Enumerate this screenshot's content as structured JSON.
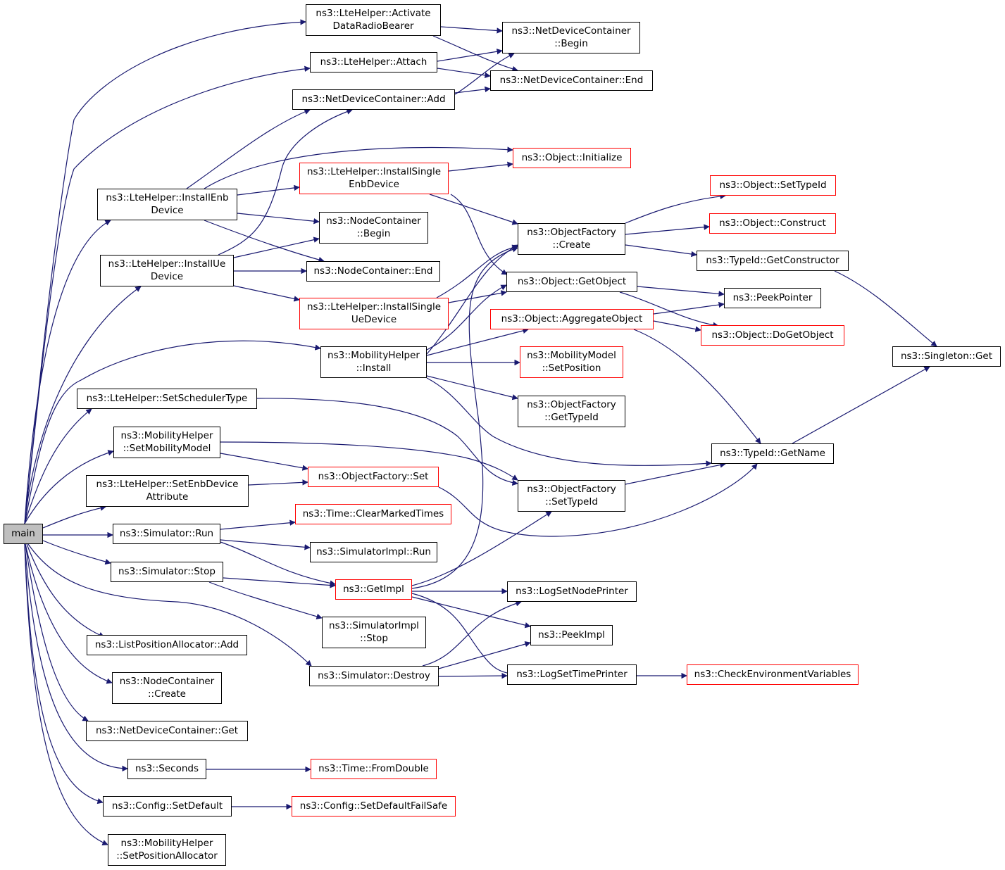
{
  "colors": {
    "edge": "#191970",
    "border": "#000000",
    "border_external": "#ff0000",
    "root_fill": "#bfbfbf"
  },
  "nodes": {
    "main": {
      "label": "main"
    },
    "lte_activate": {
      "label": "ns3::LteHelper::Activate\nDataRadioBearer"
    },
    "lte_attach": {
      "label": "ns3::LteHelper::Attach"
    },
    "ndc_add": {
      "label": "ns3::NetDeviceContainer::Add"
    },
    "ndc_begin": {
      "label": "ns3::NetDeviceContainer\n::Begin"
    },
    "ndc_end": {
      "label": "ns3::NetDeviceContainer::End"
    },
    "obj_initialize": {
      "label": "ns3::Object::Initialize"
    },
    "lte_install_enb": {
      "label": "ns3::LteHelper::InstallEnb\nDevice"
    },
    "lte_install_single_enb": {
      "label": "ns3::LteHelper::InstallSingle\nEnbDevice"
    },
    "nc_begin": {
      "label": "ns3::NodeContainer\n::Begin"
    },
    "nc_end": {
      "label": "ns3::NodeContainer::End"
    },
    "lte_install_ue": {
      "label": "ns3::LteHelper::InstallUe\nDevice"
    },
    "lte_install_single_ue": {
      "label": "ns3::LteHelper::InstallSingle\nUeDevice"
    },
    "obj_settypeid": {
      "label": "ns3::Object::SetTypeId"
    },
    "obj_construct": {
      "label": "ns3::Object::Construct"
    },
    "of_create": {
      "label": "ns3::ObjectFactory\n::Create"
    },
    "typeid_getconstructor": {
      "label": "ns3::TypeId::GetConstructor"
    },
    "obj_getobject": {
      "label": "ns3::Object::GetObject"
    },
    "peekpointer": {
      "label": "ns3::PeekPointer"
    },
    "obj_aggregate": {
      "label": "ns3::Object::AggregateObject"
    },
    "obj_dogetobject": {
      "label": "ns3::Object::DoGetObject"
    },
    "singleton_get": {
      "label": "ns3::Singleton::Get"
    },
    "mob_install": {
      "label": "ns3::MobilityHelper\n::Install"
    },
    "mobmodel_setposition": {
      "label": "ns3::MobilityModel\n::SetPosition"
    },
    "lte_setscheduler": {
      "label": "ns3::LteHelper::SetSchedulerType"
    },
    "of_gettypeid": {
      "label": "ns3::ObjectFactory\n::GetTypeId"
    },
    "mob_setmobilitymodel": {
      "label": "ns3::MobilityHelper\n::SetMobilityModel"
    },
    "typeid_getname": {
      "label": "ns3::TypeId::GetName"
    },
    "lte_setenbattr": {
      "label": "ns3::LteHelper::SetEnbDevice\nAttribute"
    },
    "of_set": {
      "label": "ns3::ObjectFactory::Set"
    },
    "of_settypeid": {
      "label": "ns3::ObjectFactory\n::SetTypeId"
    },
    "time_clearmarked": {
      "label": "ns3::Time::ClearMarkedTimes"
    },
    "sim_run": {
      "label": "ns3::Simulator::Run"
    },
    "simimpl_run": {
      "label": "ns3::SimulatorImpl::Run"
    },
    "sim_stop": {
      "label": "ns3::Simulator::Stop"
    },
    "getimpl": {
      "label": "ns3::GetImpl"
    },
    "log_setnodeprinter": {
      "label": "ns3::LogSetNodePrinter"
    },
    "simimpl_stop": {
      "label": "ns3::SimulatorImpl\n::Stop"
    },
    "peekimpl": {
      "label": "ns3::PeekImpl"
    },
    "lpa_add": {
      "label": "ns3::ListPositionAllocator::Add"
    },
    "sim_destroy": {
      "label": "ns3::Simulator::Destroy"
    },
    "log_settimeprinter": {
      "label": "ns3::LogSetTimePrinter"
    },
    "check_env": {
      "label": "ns3::CheckEnvironmentVariables"
    },
    "nc_create": {
      "label": "ns3::NodeContainer\n::Create"
    },
    "ndc_get": {
      "label": "ns3::NetDeviceContainer::Get"
    },
    "seconds": {
      "label": "ns3::Seconds"
    },
    "time_fromdouble": {
      "label": "ns3::Time::FromDouble"
    },
    "config_setdefault": {
      "label": "ns3::Config::SetDefault"
    },
    "config_setdefaultfailsafe": {
      "label": "ns3::Config::SetDefaultFailSafe"
    },
    "mob_setposalloc": {
      "label": "ns3::MobilityHelper\n::SetPositionAllocator"
    }
  }
}
